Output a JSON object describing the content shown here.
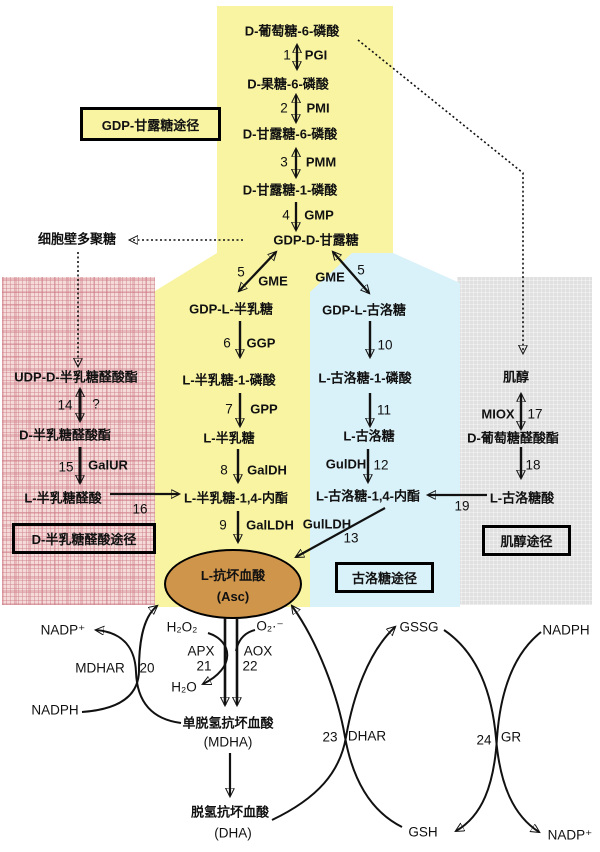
{
  "colors": {
    "mannose_region": "#f8f4a2",
    "gulose_region": "#d9f1f8",
    "galacturonate_region": "#f5dada",
    "inositol_region": "#e0e0e0",
    "ascorbate_ellipse": "#cf954b",
    "line": "#111111"
  },
  "boxes": {
    "gdp_mannose": "GDP-甘露糖途径",
    "galacturonate": "D-半乳糖醛酸途径",
    "gulose": "古洛糖途径",
    "inositol": "肌醇途径"
  },
  "top": {
    "g6p": "D-葡萄糖-6-磷酸",
    "n1": "1",
    "pgi": "PGI",
    "f6p": "D-果糖-6-磷酸",
    "n2": "2",
    "pmi": "PMI",
    "m6p": "D-甘露糖-6-磷酸",
    "n3": "3",
    "pmm": "PMM",
    "m1p": "D-甘露糖-1-磷酸",
    "n4": "4",
    "gmp": "GMP",
    "gdpman": "GDP-D-甘露糖",
    "cellwall": "细胞壁多聚糖"
  },
  "mid": {
    "n5l": "5",
    "gmel": "GME",
    "gdpgal": "GDP-L-半乳糖",
    "n6": "6",
    "ggp": "GGP",
    "gal1p": "L-半乳糖-1-磷酸",
    "n7": "7",
    "gpp": "GPP",
    "gal": "L-半乳糖",
    "n8": "8",
    "galdh": "GalDH",
    "gallactone": "L-半乳糖-1,4-内酯",
    "n9": "9",
    "galldh": "GalLDH"
  },
  "asc": {
    "line1": "L-抗坏血酸",
    "line2": "(Asc)"
  },
  "gulose_col": {
    "gmer": "GME",
    "n5r": "5",
    "gdpgul": "GDP-L-古洛糖",
    "n10": "10",
    "gul1p": "L-古洛糖-1-磷酸",
    "n11": "11",
    "gul": "L-古洛糖",
    "guldh": "GulDH",
    "n12": "12",
    "gullactone": "L-古洛糖-1,4-内酯",
    "gulldh": "GulLDH",
    "n13": "13"
  },
  "galacturonate_col": {
    "udpgala": "UDP-D-半乳糖醛酸酯",
    "n14": "14",
    "q": "?",
    "dgala": "D-半乳糖醛酸酯",
    "n15": "15",
    "galur": "GalUR",
    "lgala": "L-半乳糖醛酸",
    "n16": "16"
  },
  "inositol_col": {
    "inositol": "肌醇",
    "miox": "MIOX",
    "n17": "17",
    "glca": "D-葡萄糖醛酸酯",
    "n18": "18",
    "gulonate": "L-古洛糖酸",
    "n19": "19"
  },
  "bottom": {
    "nadp_left": "NADP⁺",
    "mdhar": "MDHAR",
    "n20": "20",
    "nadph_left": "NADPH",
    "h2o2": "H₂O₂",
    "apx": "APX",
    "n21": "21",
    "h2o": "H₂O",
    "o2": "O₂·⁻",
    "aox": "AOX",
    "n22": "22",
    "mdha_cn": "单脱氢抗坏血酸",
    "mdha_ab": "(MDHA)",
    "dha_cn": "脱氢抗坏血酸",
    "dha_ab": "(DHA)",
    "gssg": "GSSG",
    "n23": "23",
    "dhar": "DHAR",
    "gsh": "GSH",
    "nadph_right": "NADPH",
    "n24": "24",
    "gr": "GR",
    "nadp_right": "NADP⁺"
  }
}
